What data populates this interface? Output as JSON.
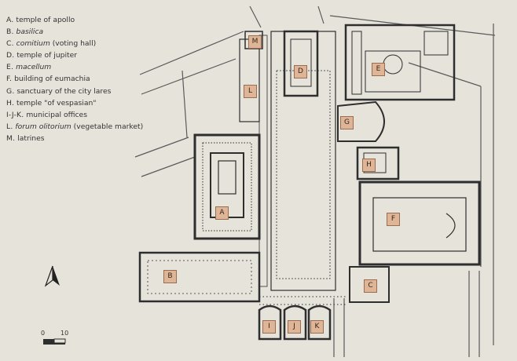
{
  "legend": [
    {
      "letter": "A.",
      "name": "temple of apollo",
      "extra": ""
    },
    {
      "letter": "B.",
      "name": "basilica",
      "extra": "",
      "italic": true
    },
    {
      "letter": "C.",
      "name": "comitium",
      "extra": " (voting hall)",
      "italic": true
    },
    {
      "letter": "D.",
      "name": "temple of jupiter",
      "extra": ""
    },
    {
      "letter": "E.",
      "name": "macellum",
      "extra": "",
      "italic": true
    },
    {
      "letter": "F.",
      "name": "building of eumachia",
      "extra": ""
    },
    {
      "letter": "G.",
      "name": "sanctuary of the city lares",
      "extra": ""
    },
    {
      "letter": "H.",
      "name": "temple \"of vespasian\"",
      "extra": ""
    },
    {
      "letter": "I-J-K.",
      "name": "municipal offices",
      "extra": ""
    },
    {
      "letter": "L.",
      "name": "forum olitorium",
      "extra": " (vegetable market)",
      "italic": true
    },
    {
      "letter": "M.",
      "name": "latrines",
      "extra": ""
    }
  ],
  "markers": {
    "A": "A",
    "B": "B",
    "C": "C",
    "D": "D",
    "E": "E",
    "F": "F",
    "G": "G",
    "H": "H",
    "I": "I",
    "J": "J",
    "K": "K",
    "L": "L",
    "M": "M"
  },
  "scale": {
    "start": "0",
    "end": "10"
  },
  "colors": {
    "background": "#e6e3db",
    "walls": "#2e2e2e",
    "marker_fill": "#dfb598"
  },
  "icons": {
    "north": "north-arrow-icon"
  }
}
